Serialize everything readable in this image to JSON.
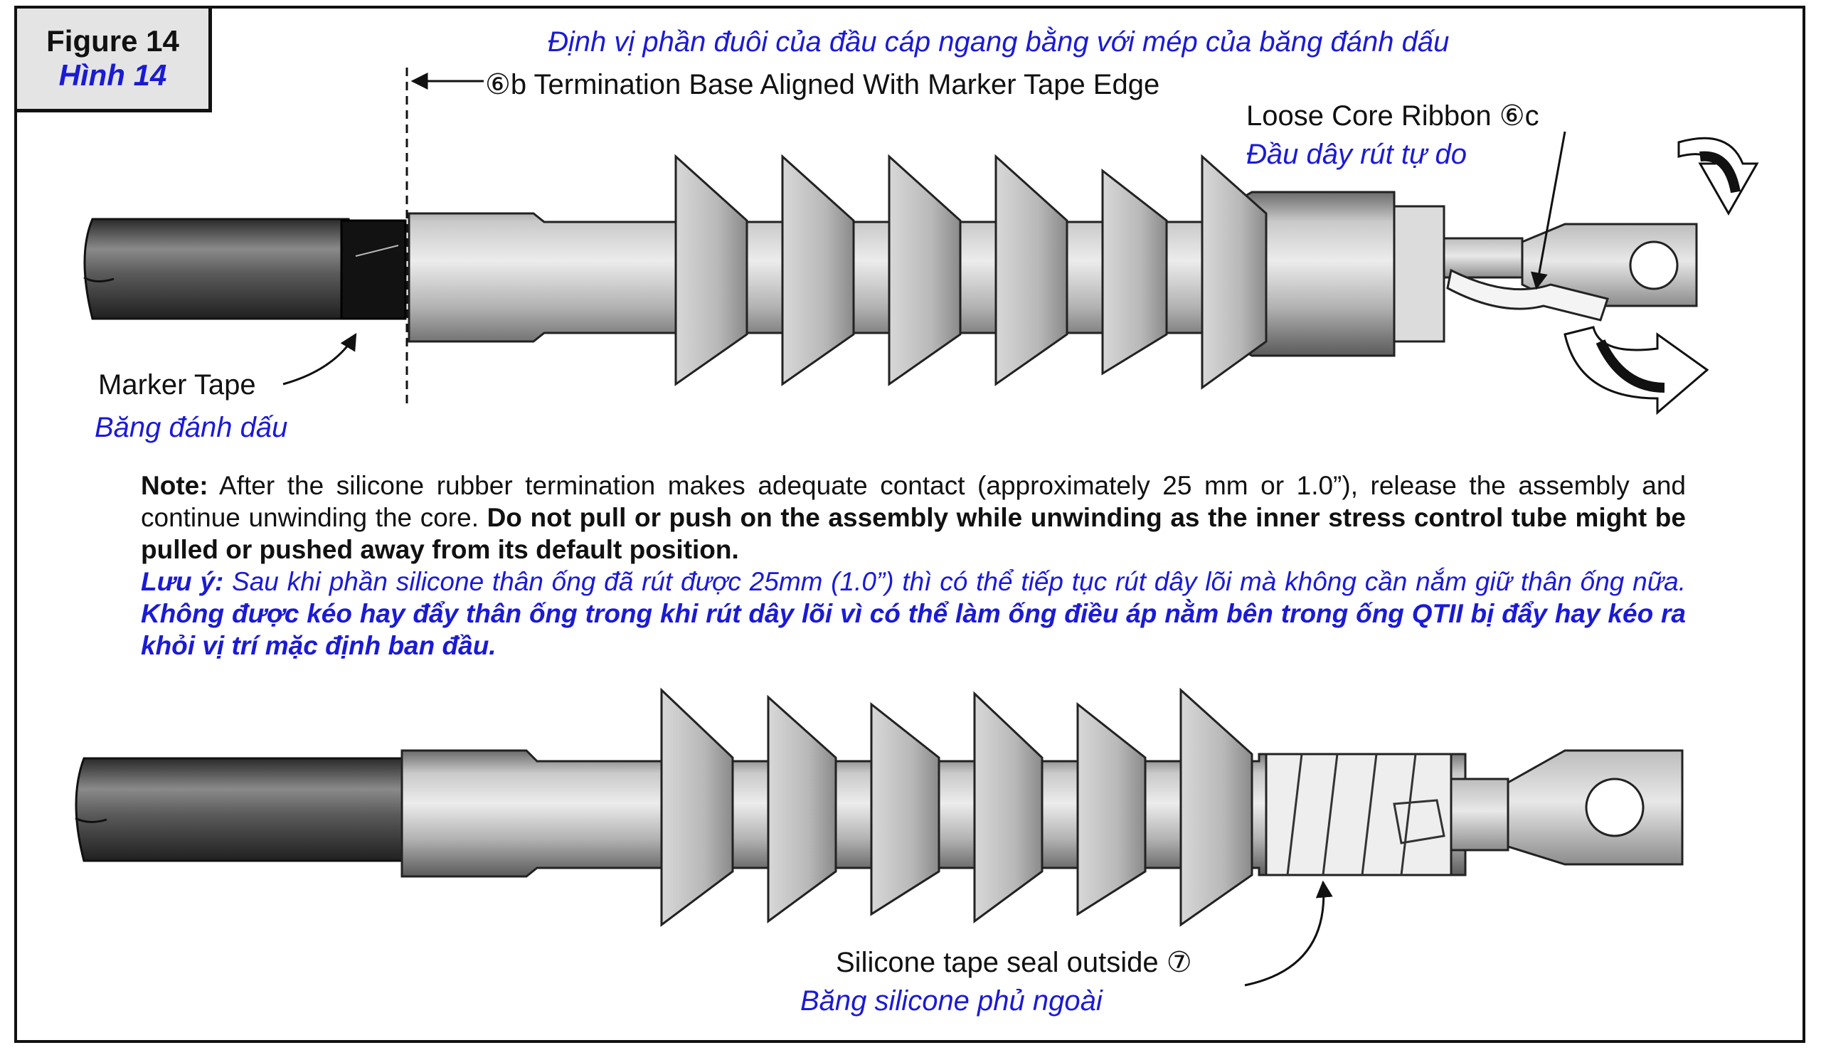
{
  "figure": {
    "label_en": "Figure 14",
    "label_vi": "Hình 14"
  },
  "top": {
    "step_6b_vi": "Định vị phần đuôi của đầu cáp ngang bằng với mép của băng đánh dấu",
    "step_6b_en": "⑥b Termination Base Aligned With Marker Tape Edge",
    "step_6c_en": "Loose Core Ribbon ⑥c",
    "step_6c_vi": "Đầu dây rút tự do",
    "marker_en": "Marker Tape",
    "marker_vi": "Băng đánh dấu"
  },
  "note": {
    "label": "Note:",
    "text": " After the silicone rubber termination makes adequate contact (approximately 25 mm or 1.0”), release the assembly and continue unwinding the core. ",
    "bold": "Do not pull or push on the assembly while unwinding as the inner stress control tube might be pulled or pushed away from its default position.",
    "vi_label": "Lưu ý:",
    "vi_text": " Sau khi phần silicone thân ống đã rút được 25mm (1.0”) thì có thể tiếp tục rút dây lõi mà không cần nắm giữ thân ống nữa. ",
    "vi_bold": "Không được kéo hay đẩy thân ống trong khi rút dây lõi vì có thể làm ống điều áp nằm bên trong ống QTII bị đẩy hay kéo ra khỏi vị trí mặc định ban đầu."
  },
  "bottom": {
    "step_7_en": "Silicone tape seal outside ⑦",
    "step_7_vi": "Băng silicone phủ ngoài"
  },
  "colors": {
    "english_text": "#111111",
    "vietnamese_text": "#1a1ad6",
    "figure_box": "#e4e4e4"
  }
}
